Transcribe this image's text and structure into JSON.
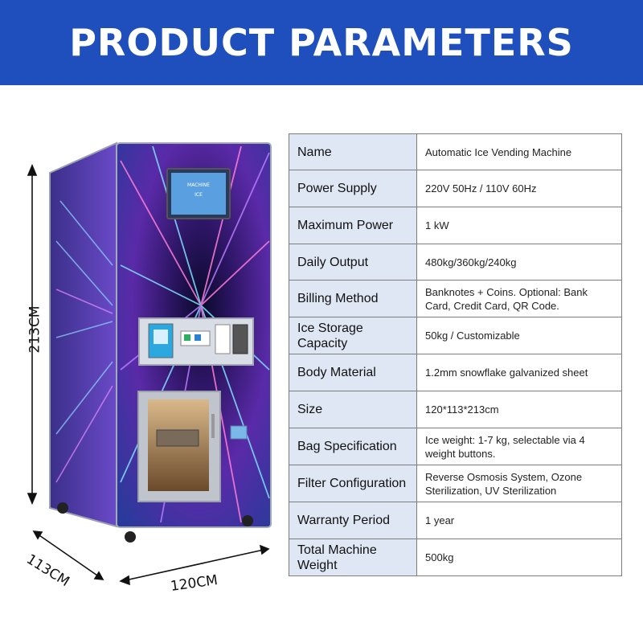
{
  "title": "PRODUCT PARAMETERS",
  "colors": {
    "banner": "#1f4fbd",
    "key_cell": "#dfe7f4",
    "border": "#7d7d7d"
  },
  "dimensions": {
    "height": "213CM",
    "depth": "113CM",
    "width": "120CM"
  },
  "screen_text": {
    "line1": "MACHINE",
    "line2": "ICE"
  },
  "params": [
    {
      "key": "Name",
      "value": "Automatic Ice Vending Machine"
    },
    {
      "key": "Power Supply",
      "value": "220V 50Hz / 110V 60Hz"
    },
    {
      "key": "Maximum Power",
      "value": "1 kW"
    },
    {
      "key": "Daily Output",
      "value": "480kg/360kg/240kg"
    },
    {
      "key": "Billing Method",
      "value": "Banknotes + Coins. Optional: Bank Card, Credit Card, QR Code."
    },
    {
      "key": "Ice Storage Capacity",
      "value": "50kg / Customizable"
    },
    {
      "key": "Body Material",
      "value": "1.2mm snowflake galvanized sheet"
    },
    {
      "key": "Size",
      "value": "120*113*213cm"
    },
    {
      "key": "Bag Specification",
      "value": "Ice weight: 1-7 kg, selectable via 4 weight buttons."
    },
    {
      "key": "Filter Configuration",
      "value": "Reverse Osmosis System, Ozone Sterilization, UV Sterilization"
    },
    {
      "key": "Warranty Period",
      "value": "1 year"
    },
    {
      "key": "Total Machine Weight",
      "value": "500kg"
    }
  ]
}
